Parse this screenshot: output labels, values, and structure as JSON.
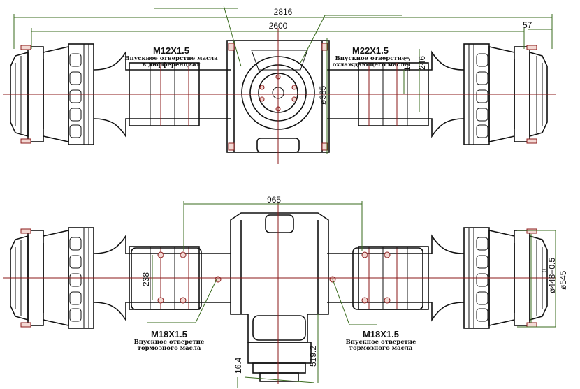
{
  "top_view": {
    "dim_overall": "2816",
    "dim_track": "2600",
    "dim_flange": "57",
    "dim_120": "120",
    "dim_246": "246",
    "dim_housing": "ø385",
    "port_left": {
      "thread": "M12X1.5",
      "line1": "Впускное отверстие масла",
      "line2": "в дифференциал"
    },
    "port_right": {
      "thread": "M22X1.5",
      "line1": "Впускное отверстие",
      "line2": "охлаждающего масла"
    }
  },
  "bottom_view": {
    "dim_pad_spacing": "965",
    "dim_bolt": "238",
    "dim_height": "519.2",
    "dim_offset": "16.4",
    "dim_rim_tol_upper": "0",
    "dim_rim": "ø448−0.5",
    "dim_rim_outer": "ø545",
    "port_left": {
      "thread": "M18X1.5",
      "line1": "Впускное отверстие",
      "line2": "тормозного масла"
    },
    "port_right": {
      "thread": "M18X1.5",
      "line1": "Впускное отверстие",
      "line2": "тормозного масла"
    }
  },
  "colors": {
    "outline": "#111111",
    "centerline": "#8b1a1a",
    "dimension": "#3a6b1e"
  }
}
